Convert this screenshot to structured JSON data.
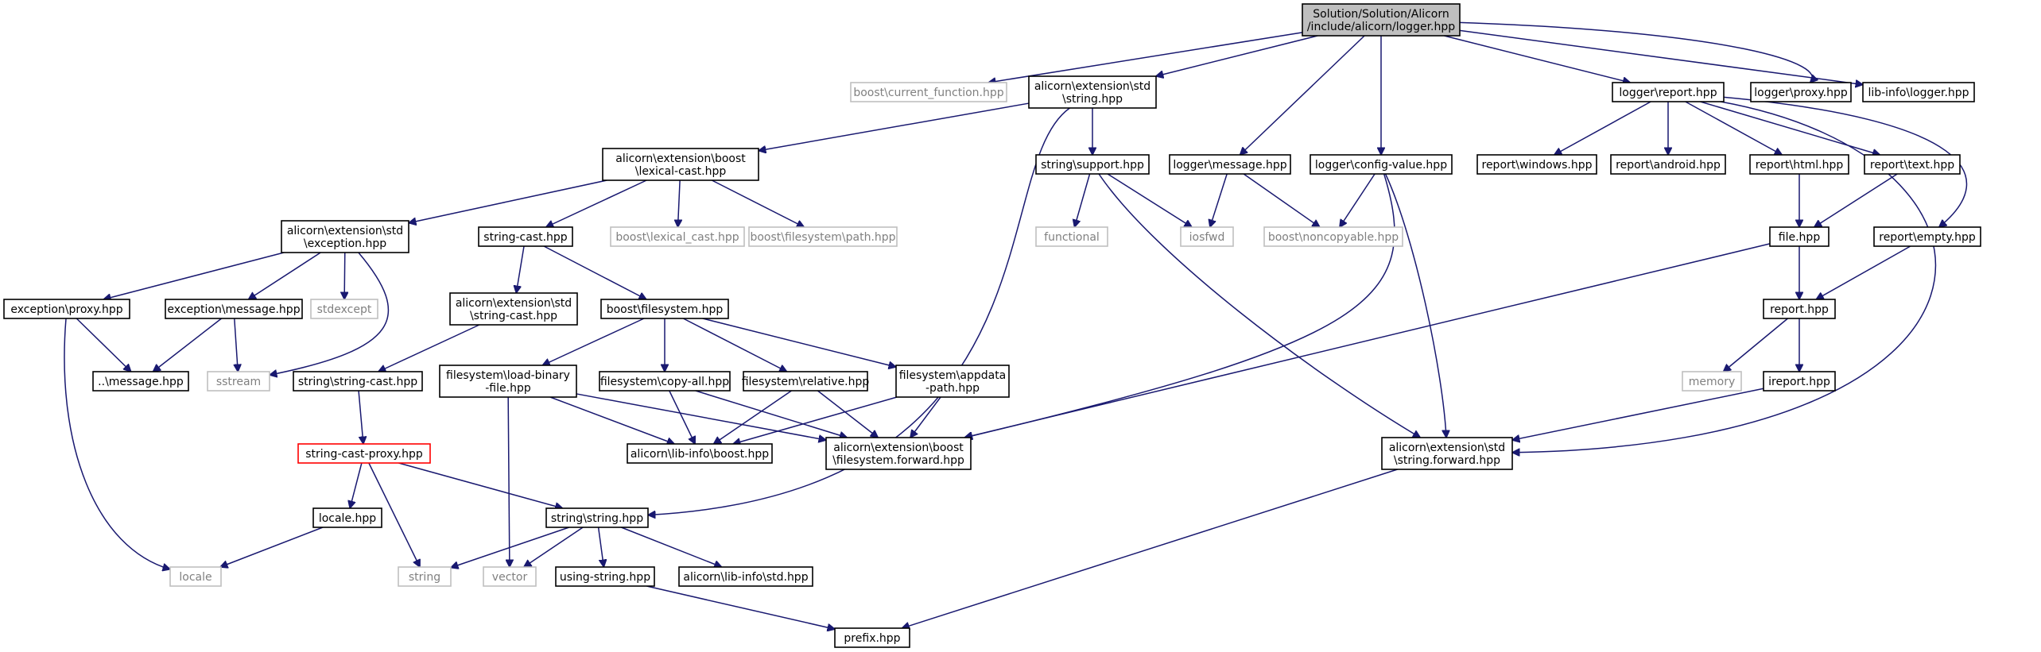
{
  "colors": {
    "edge": "#191970",
    "node_border": "#000000",
    "leaf_border": "#bfbfbf",
    "leaf_text": "#808080",
    "root_fill": "#bfbfbf",
    "highlight_border": "#ff0000",
    "text": "#000000"
  },
  "nodes": [
    {
      "id": "root",
      "lines": [
        "Solution/Solution/Alicorn",
        "/include/alicorn/logger.hpp"
      ],
      "style": "root"
    },
    {
      "id": "cur_func",
      "lines": [
        "boost\\current_function.hpp"
      ],
      "style": "leaf"
    },
    {
      "id": "ext_std_string",
      "lines": [
        "alicorn\\extension\\std",
        "\\string.hpp"
      ],
      "style": "normal"
    },
    {
      "id": "logger_message",
      "lines": [
        "logger\\message.hpp"
      ],
      "style": "normal"
    },
    {
      "id": "config_value",
      "lines": [
        "logger\\config-value.hpp"
      ],
      "style": "normal"
    },
    {
      "id": "logger_report",
      "lines": [
        "logger\\report.hpp"
      ],
      "style": "normal"
    },
    {
      "id": "logger_proxy",
      "lines": [
        "logger\\proxy.hpp"
      ],
      "style": "normal"
    },
    {
      "id": "libinfo_logger",
      "lines": [
        "lib-info\\logger.hpp"
      ],
      "style": "normal"
    },
    {
      "id": "lexical_cast_ext",
      "lines": [
        "alicorn\\extension\\boost",
        "\\lexical-cast.hpp"
      ],
      "style": "normal"
    },
    {
      "id": "string_support",
      "lines": [
        "string\\support.hpp"
      ],
      "style": "normal"
    },
    {
      "id": "report_windows",
      "lines": [
        "report\\windows.hpp"
      ],
      "style": "normal"
    },
    {
      "id": "report_android",
      "lines": [
        "report\\android.hpp"
      ],
      "style": "normal"
    },
    {
      "id": "report_html",
      "lines": [
        "report\\html.hpp"
      ],
      "style": "normal"
    },
    {
      "id": "report_text",
      "lines": [
        "report\\text.hpp"
      ],
      "style": "normal"
    },
    {
      "id": "ext_std_exception",
      "lines": [
        "alicorn\\extension\\std",
        "\\exception.hpp"
      ],
      "style": "normal"
    },
    {
      "id": "string_cast",
      "lines": [
        "string-cast.hpp"
      ],
      "style": "normal"
    },
    {
      "id": "boost_lexical_cast",
      "lines": [
        "boost\\lexical_cast.hpp"
      ],
      "style": "leaf"
    },
    {
      "id": "boost_fs_path",
      "lines": [
        "boost\\filesystem\\path.hpp"
      ],
      "style": "leaf"
    },
    {
      "id": "functional",
      "lines": [
        "functional"
      ],
      "style": "leaf"
    },
    {
      "id": "iosfwd",
      "lines": [
        "iosfwd"
      ],
      "style": "leaf"
    },
    {
      "id": "noncopyable",
      "lines": [
        "boost\\noncopyable.hpp"
      ],
      "style": "leaf"
    },
    {
      "id": "file_hpp",
      "lines": [
        "file.hpp"
      ],
      "style": "normal"
    },
    {
      "id": "report_empty",
      "lines": [
        "report\\empty.hpp"
      ],
      "style": "normal"
    },
    {
      "id": "exception_proxy",
      "lines": [
        "exception\\proxy.hpp"
      ],
      "style": "normal"
    },
    {
      "id": "exception_message",
      "lines": [
        "exception\\message.hpp"
      ],
      "style": "normal"
    },
    {
      "id": "stdexcept",
      "lines": [
        "stdexcept"
      ],
      "style": "leaf"
    },
    {
      "id": "ext_std_string_cast",
      "lines": [
        "alicorn\\extension\\std",
        "\\string-cast.hpp"
      ],
      "style": "normal"
    },
    {
      "id": "boost_filesystem",
      "lines": [
        "boost\\filesystem.hpp"
      ],
      "style": "normal"
    },
    {
      "id": "report_hpp",
      "lines": [
        "report.hpp"
      ],
      "style": "normal"
    },
    {
      "id": "dotdot_message",
      "lines": [
        "..\\message.hpp"
      ],
      "style": "normal"
    },
    {
      "id": "sstream",
      "lines": [
        "sstream"
      ],
      "style": "leaf"
    },
    {
      "id": "string_string_cast",
      "lines": [
        "string\\string-cast.hpp"
      ],
      "style": "normal"
    },
    {
      "id": "fs_load_binary",
      "lines": [
        "filesystem\\load-binary",
        "-file.hpp"
      ],
      "style": "normal"
    },
    {
      "id": "fs_copy_all",
      "lines": [
        "filesystem\\copy-all.hpp"
      ],
      "style": "normal"
    },
    {
      "id": "fs_relative",
      "lines": [
        "filesystem\\relative.hpp"
      ],
      "style": "normal"
    },
    {
      "id": "fs_appdata",
      "lines": [
        "filesystem\\appdata",
        "-path.hpp"
      ],
      "style": "normal"
    },
    {
      "id": "memory",
      "lines": [
        "memory"
      ],
      "style": "leaf"
    },
    {
      "id": "ireport",
      "lines": [
        "ireport.hpp"
      ],
      "style": "normal"
    },
    {
      "id": "string_cast_proxy",
      "lines": [
        "string-cast-proxy.hpp"
      ],
      "style": "highlight"
    },
    {
      "id": "libinfo_boost",
      "lines": [
        "alicorn\\lib-info\\boost.hpp"
      ],
      "style": "normal"
    },
    {
      "id": "fs_forward",
      "lines": [
        "alicorn\\extension\\boost",
        "\\filesystem.forward.hpp"
      ],
      "style": "normal"
    },
    {
      "id": "string_forward",
      "lines": [
        "alicorn\\extension\\std",
        "\\string.forward.hpp"
      ],
      "style": "normal"
    },
    {
      "id": "locale_hpp",
      "lines": [
        "locale.hpp"
      ],
      "style": "normal"
    },
    {
      "id": "string_string",
      "lines": [
        "string\\string.hpp"
      ],
      "style": "normal"
    },
    {
      "id": "locale",
      "lines": [
        "locale"
      ],
      "style": "leaf"
    },
    {
      "id": "string_leaf",
      "lines": [
        "string"
      ],
      "style": "leaf"
    },
    {
      "id": "vector",
      "lines": [
        "vector"
      ],
      "style": "leaf"
    },
    {
      "id": "using_string",
      "lines": [
        "using-string.hpp"
      ],
      "style": "normal"
    },
    {
      "id": "libinfo_std",
      "lines": [
        "alicorn\\lib-info\\std.hpp"
      ],
      "style": "normal"
    },
    {
      "id": "prefix",
      "lines": [
        "prefix.hpp"
      ],
      "style": "normal"
    }
  ],
  "edges": [
    [
      "root",
      "cur_func"
    ],
    [
      "root",
      "ext_std_string"
    ],
    [
      "root",
      "logger_message"
    ],
    [
      "root",
      "config_value"
    ],
    [
      "root",
      "logger_report"
    ],
    [
      "root",
      "logger_proxy"
    ],
    [
      "root",
      "libinfo_logger"
    ],
    [
      "ext_std_string",
      "lexical_cast_ext"
    ],
    [
      "ext_std_string",
      "string_support"
    ],
    [
      "ext_std_string",
      "string_string"
    ],
    [
      "lexical_cast_ext",
      "ext_std_exception"
    ],
    [
      "lexical_cast_ext",
      "string_cast"
    ],
    [
      "lexical_cast_ext",
      "boost_lexical_cast"
    ],
    [
      "lexical_cast_ext",
      "boost_fs_path"
    ],
    [
      "string_support",
      "functional"
    ],
    [
      "string_support",
      "iosfwd"
    ],
    [
      "string_support",
      "string_forward"
    ],
    [
      "logger_message",
      "iosfwd"
    ],
    [
      "logger_message",
      "noncopyable"
    ],
    [
      "config_value",
      "noncopyable"
    ],
    [
      "config_value",
      "fs_forward"
    ],
    [
      "config_value",
      "string_forward"
    ],
    [
      "logger_report",
      "report_windows"
    ],
    [
      "logger_report",
      "report_android"
    ],
    [
      "logger_report",
      "report_html"
    ],
    [
      "logger_report",
      "report_text"
    ],
    [
      "logger_report",
      "report_empty"
    ],
    [
      "logger_report",
      "string_forward"
    ],
    [
      "report_html",
      "file_hpp"
    ],
    [
      "report_text",
      "file_hpp"
    ],
    [
      "file_hpp",
      "report_hpp"
    ],
    [
      "file_hpp",
      "fs_forward"
    ],
    [
      "report_empty",
      "report_hpp"
    ],
    [
      "report_hpp",
      "memory"
    ],
    [
      "report_hpp",
      "ireport"
    ],
    [
      "ireport",
      "string_forward"
    ],
    [
      "ext_std_exception",
      "exception_proxy"
    ],
    [
      "ext_std_exception",
      "exception_message"
    ],
    [
      "ext_std_exception",
      "stdexcept"
    ],
    [
      "ext_std_exception",
      "sstream"
    ],
    [
      "exception_proxy",
      "dotdot_message"
    ],
    [
      "exception_proxy",
      "locale"
    ],
    [
      "exception_message",
      "dotdot_message"
    ],
    [
      "exception_message",
      "sstream"
    ],
    [
      "string_cast",
      "ext_std_string_cast"
    ],
    [
      "string_cast",
      "boost_filesystem"
    ],
    [
      "ext_std_string_cast",
      "string_string_cast"
    ],
    [
      "string_string_cast",
      "string_cast_proxy"
    ],
    [
      "string_cast_proxy",
      "locale_hpp"
    ],
    [
      "string_cast_proxy",
      "string_leaf"
    ],
    [
      "string_cast_proxy",
      "string_string"
    ],
    [
      "locale_hpp",
      "locale"
    ],
    [
      "boost_filesystem",
      "fs_load_binary"
    ],
    [
      "boost_filesystem",
      "fs_copy_all"
    ],
    [
      "boost_filesystem",
      "fs_relative"
    ],
    [
      "boost_filesystem",
      "fs_appdata"
    ],
    [
      "fs_load_binary",
      "vector"
    ],
    [
      "fs_load_binary",
      "libinfo_boost"
    ],
    [
      "fs_load_binary",
      "fs_forward"
    ],
    [
      "fs_copy_all",
      "libinfo_boost"
    ],
    [
      "fs_copy_all",
      "fs_forward"
    ],
    [
      "fs_relative",
      "libinfo_boost"
    ],
    [
      "fs_relative",
      "fs_forward"
    ],
    [
      "fs_appdata",
      "libinfo_boost"
    ],
    [
      "fs_appdata",
      "fs_forward"
    ],
    [
      "string_forward",
      "prefix"
    ],
    [
      "string_string",
      "string_leaf"
    ],
    [
      "string_string",
      "vector"
    ],
    [
      "string_string",
      "using_string"
    ],
    [
      "string_string",
      "libinfo_std"
    ],
    [
      "using_string",
      "prefix"
    ]
  ]
}
